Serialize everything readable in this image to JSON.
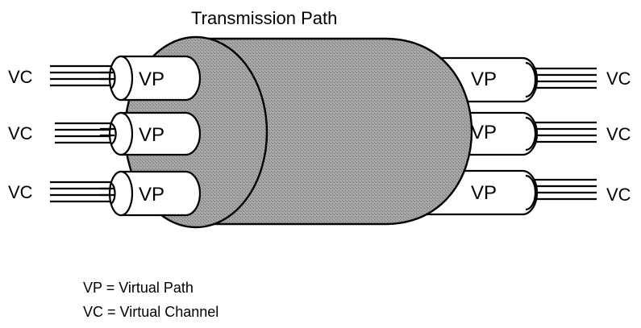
{
  "diagram": {
    "title": "Transmission Path",
    "left_bundles": [
      {
        "vp_label": "VP",
        "vc_label": "VC"
      },
      {
        "vp_label": "VP",
        "vc_label": "VC"
      },
      {
        "vp_label": "VP",
        "vc_label": "VC"
      }
    ],
    "right_bundles": [
      {
        "vp_label": "VP",
        "vc_label": "VC"
      },
      {
        "vp_label": "VP",
        "vc_label": "VC"
      },
      {
        "vp_label": "VP",
        "vc_label": "VC"
      }
    ],
    "legend": {
      "vp_definition": "VP = Virtual Path",
      "vc_definition": "VC = Virtual Channel"
    },
    "colors": {
      "transmission_path_fill": "#9a9a9a",
      "outline": "#000000",
      "background": "#ffffff"
    }
  }
}
